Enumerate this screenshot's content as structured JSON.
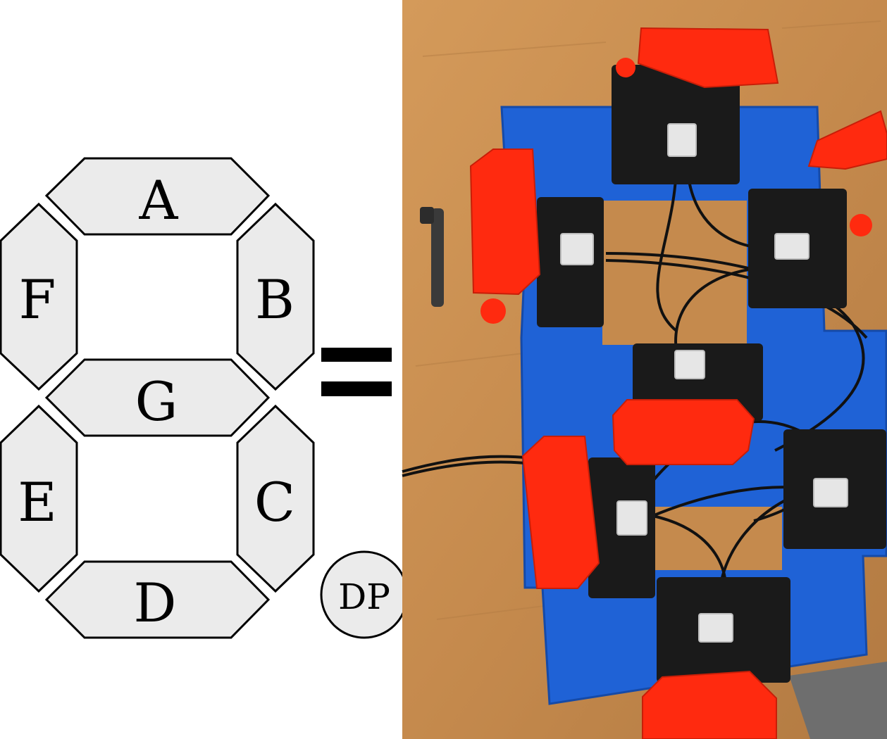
{
  "segments": {
    "a": "A",
    "b": "B",
    "c": "C",
    "d": "D",
    "e": "E",
    "f": "F",
    "g": "G",
    "dp": "DP"
  },
  "colors": {
    "segment_fill": "#ebebeb",
    "segment_stroke": "#000000",
    "photo_table": "#c98c4c",
    "photo_base": "#1a5fd0",
    "photo_flap": "#ff2a10",
    "photo_servo": "#1a1a1a"
  }
}
